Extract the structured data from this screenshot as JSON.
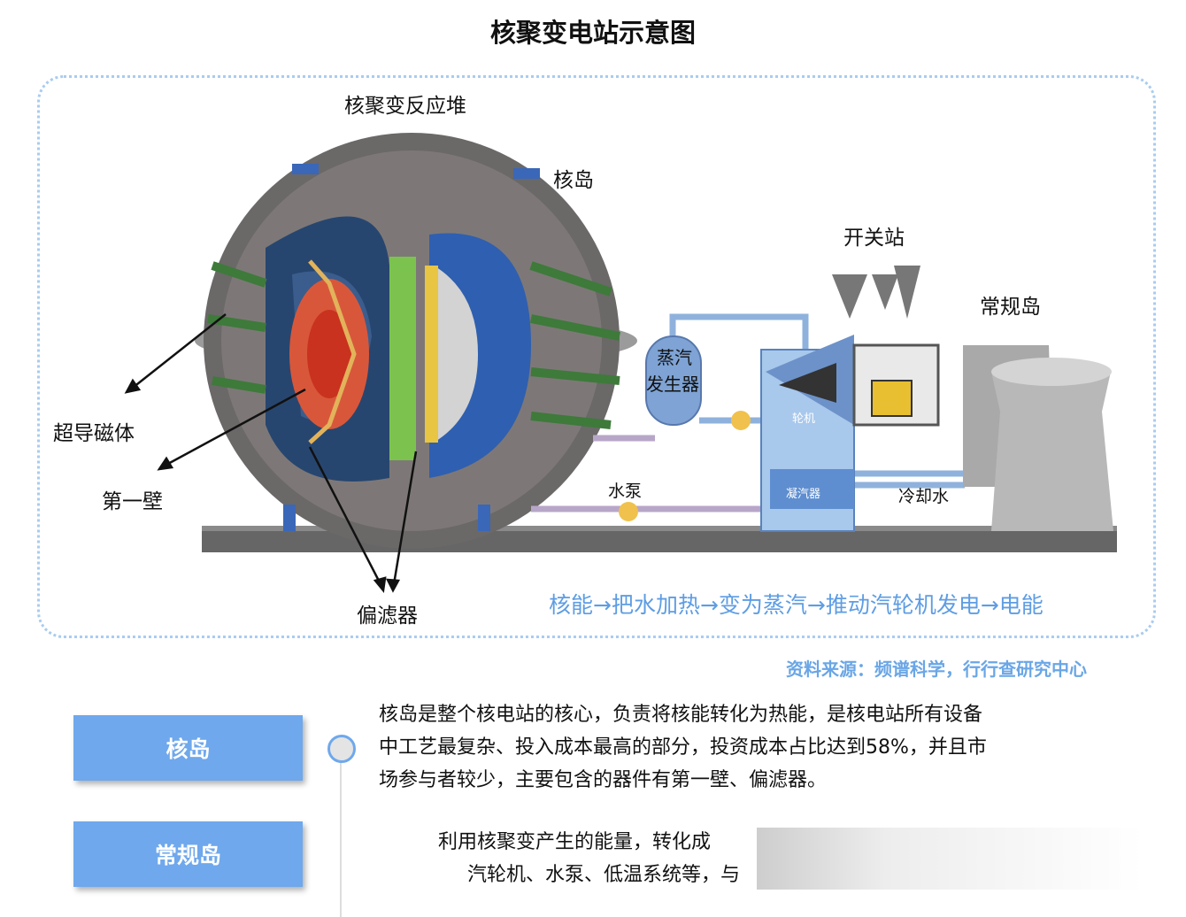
{
  "title": "核聚变电站示意图",
  "diagram": {
    "labels": {
      "reactor": "核聚变反应堆",
      "nuclear_island": "核岛",
      "switch_station": "开关站",
      "conventional_island": "常规岛",
      "superconducting_magnet": "超导磁体",
      "first_wall": "第一壁",
      "divertor": "偏滤器",
      "steam_generator_1": "蒸汽",
      "steam_generator_2": "发生器",
      "water_pump": "水泵",
      "cooling_water": "冷却水",
      "turbine": "轮机",
      "condenser": "凝汽器"
    },
    "flow": "核能→把水加热→变为蒸汽→推动汽轮机发电→电能",
    "colors": {
      "accent": "#6fa8ec",
      "flow": "#5e9de3"
    }
  },
  "source": "资料来源：频谱科学，行行查研究中心",
  "sections": [
    {
      "tag": "核岛",
      "lines": [
        "核岛是整个核电站的核心，负责将核能转化为热能，是核电站所有设备",
        "中工艺最复杂、投入成本最高的部分，投资成本占比达到58%，并且市",
        "场参与者较少，主要包含的器件有第一壁、偏滤器。"
      ]
    },
    {
      "tag": "常规岛",
      "lines": [
        "利用核聚变产生的能量，转化成",
        "汽轮机、水泵、低温系统等，与"
      ]
    }
  ]
}
